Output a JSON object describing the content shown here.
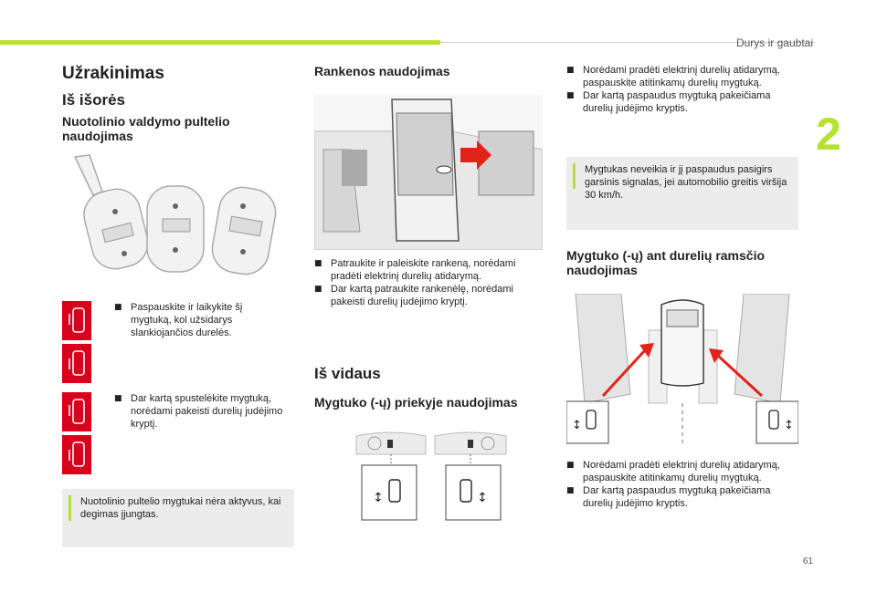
{
  "header": {
    "chapter_title": "Durys ir gaubtai",
    "chapter_number": "2"
  },
  "colors": {
    "accent_green": "#b6e22f",
    "warning_red": "#d9001b",
    "note_bg": "#ececec"
  },
  "left": {
    "title": "Užrakinimas",
    "subtitle": "Iš išorės",
    "section_title": "Nuotolinio valdymo pultelio naudojimas",
    "bullet1": "Paspauskite ir laikykite šį mygtuką, kol užsidarys slankiojančios durelės.",
    "bullet2": "Dar kartą spustelėkite mygtuką, norėdami pakeisti durelių judėjimo kryptį.",
    "note": "Nuotolinio pultelio mygtukai nėra aktyvus, kai degimas įjungtas."
  },
  "middle": {
    "section_title": "Rankenos naudojimas",
    "bullet1": "Patraukite ir paleiskite rankeną, norėdami pradėti elektrinį durelių atidarymą.",
    "bullet2": "Dar kartą patraukite rankenėlę, norėdami pakeisti durelių judėjimo kryptį.",
    "subtitle": "Iš vidaus",
    "section_title2": "Mygtuko (-ų) priekyje naudojimas"
  },
  "right": {
    "bullet1": "Norėdami pradėti elektrinį durelių atidarymą, paspauskite atitinkamų durelių mygtuką.",
    "bullet2": "Dar kartą paspaudus mygtuką pakeičiama durelių judėjimo kryptis.",
    "note": "Mygtukas neveikia ir jį paspaudus pasigirs garsinis signalas, jei automobilio greitis viršija 30 km/h.",
    "section_title": "Mygtuko (-ų) ant durelių ramsčio naudojimas",
    "bullet3": "Norėdami pradėti elektrinį durelių atidarymą, paspauskite atitinkamų durelių mygtuką.",
    "bullet4": "Dar kartą paspaudus mygtuką pakeičiama durelių judėjimo kryptis."
  },
  "footer": {
    "page_number": "61"
  },
  "icons": {
    "bullet": "square-bullet-icon",
    "note": "info-icon",
    "remote": "remote-key-icon",
    "door": "sliding-door-icon"
  }
}
